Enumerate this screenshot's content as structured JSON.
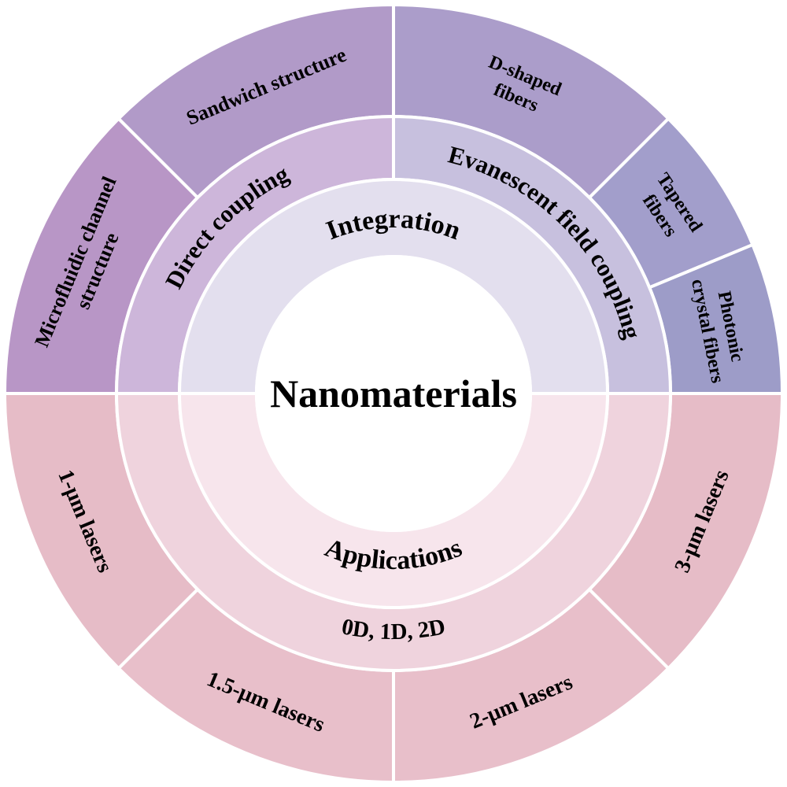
{
  "center": {
    "label": "Nanomaterials"
  },
  "inner_ring": [
    {
      "label": "Integration",
      "color": "#e3dfee"
    },
    {
      "label": "Applications",
      "color": "#f7e5ec"
    }
  ],
  "middle_ring": {
    "top": [
      {
        "label": "Direct coupling",
        "color": "#cdb6da"
      },
      {
        "label": "Evanescent field coupling",
        "color": "#c7c0de"
      }
    ],
    "bottom": {
      "label": "0D, 1D, 2D",
      "color": "#efd3dd"
    }
  },
  "outer_ring": {
    "top": [
      {
        "label": "Microfluidic channel structure",
        "lines": [
          "Microfluidic channel",
          "structure"
        ],
        "color": "#b896c6"
      },
      {
        "label": "Sandwich structure",
        "lines": [
          "Sandwich structure"
        ],
        "color": "#b19ac8"
      },
      {
        "label": "D-shaped fibers",
        "lines": [
          "D-shaped",
          "fibers"
        ],
        "color": "#ab9dca"
      },
      {
        "label": "Tapered fibers",
        "lines": [
          "Tapered",
          "fibers"
        ],
        "color": "#a29ecb"
      },
      {
        "label": "Photonic crystal fibers",
        "lines": [
          "Photonic",
          "crystal fibers"
        ],
        "color": "#9d9cc8"
      }
    ],
    "bottom": [
      {
        "label": "1-μm lasers",
        "lines": [
          "1-μm lasers"
        ],
        "color": "#e6bcc7"
      },
      {
        "label": "1.5-μm lasers",
        "lines": [
          "1.5-μm lasers"
        ],
        "color": "#e8bfca"
      },
      {
        "label": "2-μm lasers",
        "lines": [
          "2-μm lasers"
        ],
        "color": "#e8bfca"
      },
      {
        "label": "3-μm lasers",
        "lines": [
          "3-μm lasers"
        ],
        "color": "#e6bcc7"
      }
    ]
  }
}
